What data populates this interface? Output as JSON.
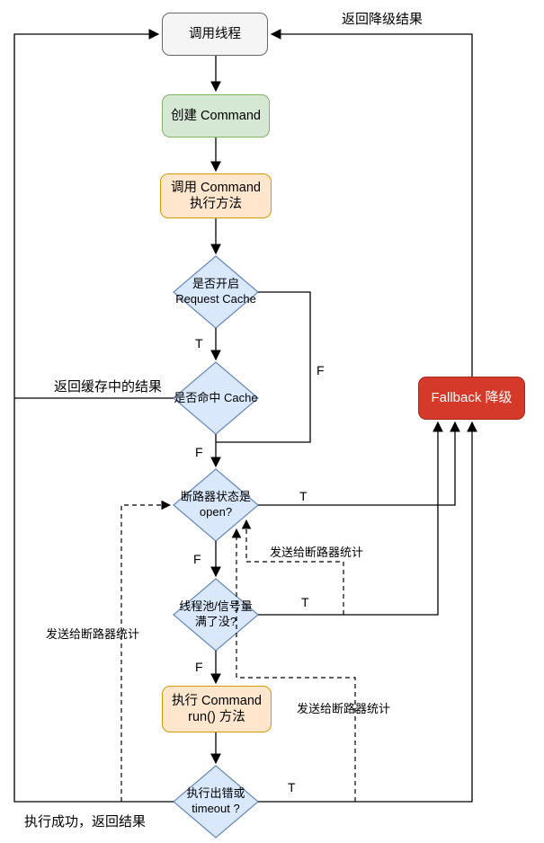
{
  "nodes": {
    "start": {
      "label": "调用线程"
    },
    "create": {
      "label": "创建 Command"
    },
    "execute": {
      "label": "调用 Command 执行方法"
    },
    "request_cache": {
      "label": "是否开启\nRequest Cache"
    },
    "cache_hit": {
      "label": "是否命中 Cache"
    },
    "circuit_open": {
      "label": "断路器状态是\nopen?"
    },
    "pool_full": {
      "label": "线程池/信号量\n满了没?"
    },
    "run": {
      "label": "执行 Command\nrun() 方法"
    },
    "error_timeout": {
      "label": "执行出错或\ntimeout ?"
    },
    "fallback": {
      "label": "Fallback 降级"
    }
  },
  "edge_labels": {
    "return_fallback": "返回降级结果",
    "return_cache": "返回缓存中的结果",
    "success": "执行成功，返回结果",
    "stats_success": "发送给断路器统计",
    "stats_pool": "发送给断路器统计",
    "stats_error": "发送给断路器统计",
    "t_cache": "T",
    "f_cache": "F",
    "f_hit": "F",
    "t_open": "T",
    "f_open": "F",
    "t_pool": "T",
    "f_pool": "F",
    "t_error": "T"
  },
  "colors": {
    "line": "#000000",
    "node_gray_fill": "#f5f5f5",
    "node_gray_border": "#666666",
    "node_green_fill": "#d5e8d4",
    "node_green_border": "#82b366",
    "node_orange_fill": "#ffe6cc",
    "node_orange_border": "#d79b00",
    "diamond_fill": "#dae8fc",
    "diamond_border": "#6c8ebf",
    "fallback_fill": "#d5392a",
    "fallback_border": "#a8281b"
  }
}
